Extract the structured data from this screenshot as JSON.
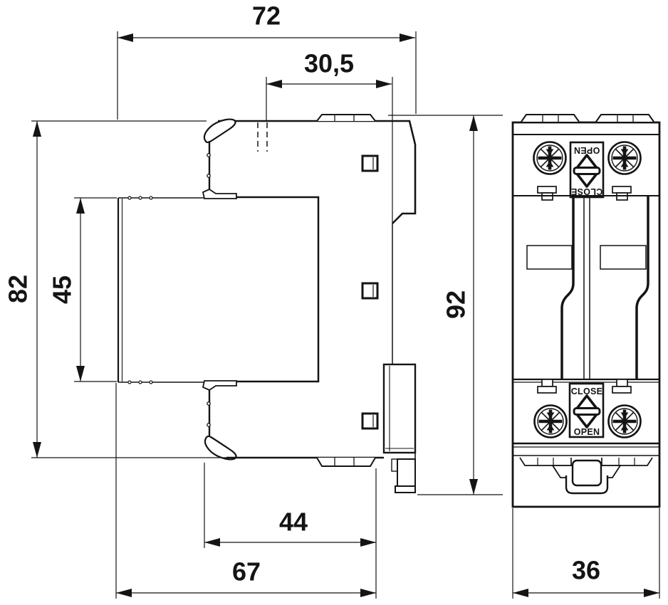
{
  "dimensions": {
    "overall_width": "72",
    "rear_offset": "30,5",
    "body_height": "82",
    "module_height": "45",
    "total_height": "92",
    "lower_depth": "44",
    "base_depth": "67",
    "front_width": "36"
  },
  "front_view": {
    "rotary_top": {
      "open_label": "OPEN",
      "close_label": "CLOSE"
    },
    "rotary_bottom": {
      "close_label": "CLOSE",
      "open_label": "OPEN"
    }
  }
}
